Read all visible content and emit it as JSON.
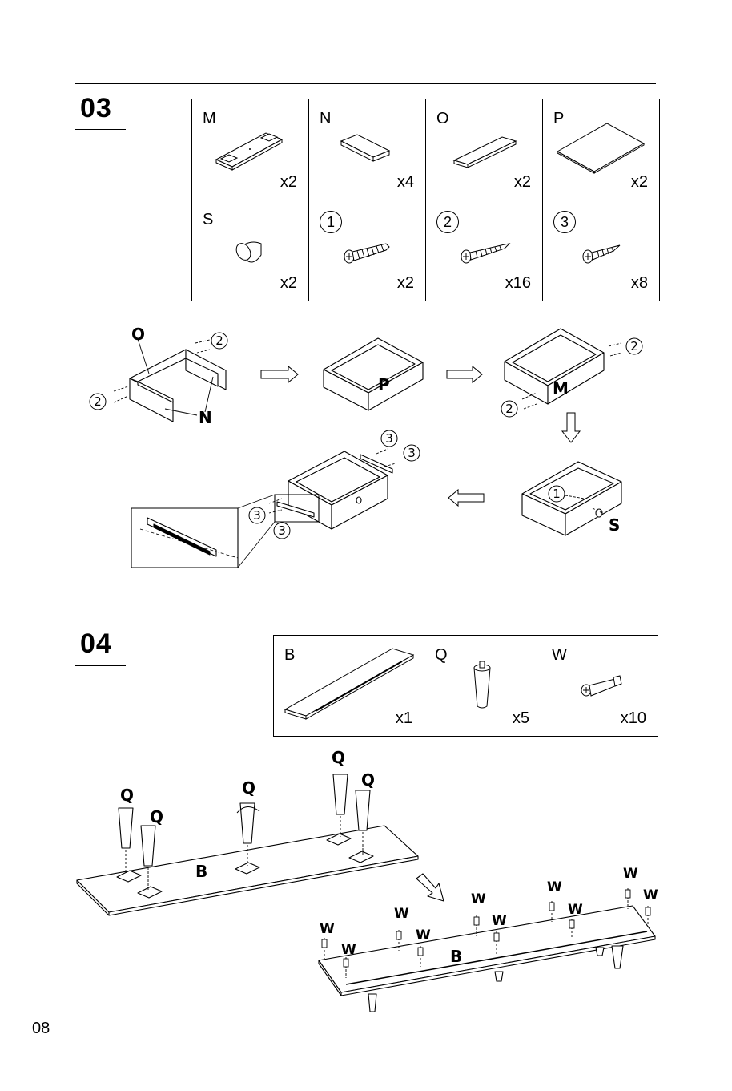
{
  "step3": {
    "number": "03",
    "parts": [
      {
        "label": "M",
        "qty": "x2"
      },
      {
        "label": "N",
        "qty": "x4"
      },
      {
        "label": "O",
        "qty": "x2"
      },
      {
        "label": "P",
        "qty": "x2"
      },
      {
        "label": "S",
        "qty": "x2"
      },
      {
        "label": "1",
        "qty": "x2"
      },
      {
        "label": "2",
        "qty": "x16"
      },
      {
        "label": "3",
        "qty": "x8"
      }
    ],
    "callouts": {
      "o": "O",
      "n": "N",
      "p": "P",
      "m": "M",
      "s": "S",
      "screw1": "1",
      "screw2": "2",
      "screw3": "3"
    }
  },
  "step4": {
    "number": "04",
    "parts": [
      {
        "label": "B",
        "qty": "x1"
      },
      {
        "label": "Q",
        "qty": "x5"
      },
      {
        "label": "W",
        "qty": "x10"
      }
    ],
    "callouts": {
      "b": "B",
      "q": "Q",
      "w": "W"
    }
  },
  "page_number": "08"
}
